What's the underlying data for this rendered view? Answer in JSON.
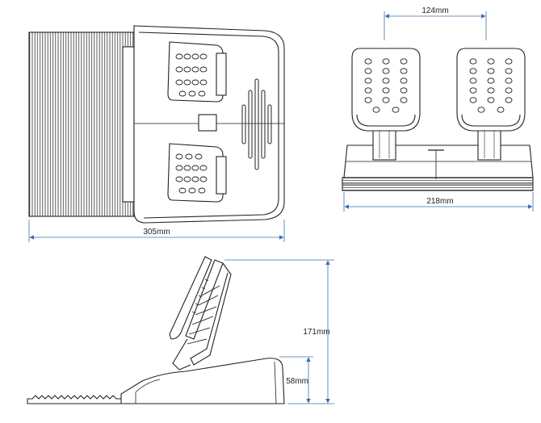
{
  "dimensions": {
    "width_top": "305mm",
    "pedal_spacing": "124mm",
    "width_front": "218mm",
    "height_total": "171mm",
    "height_base": "58mm"
  },
  "colors": {
    "line": "#222222",
    "dimension": "#3b6fb0",
    "fill": "#ffffff"
  }
}
